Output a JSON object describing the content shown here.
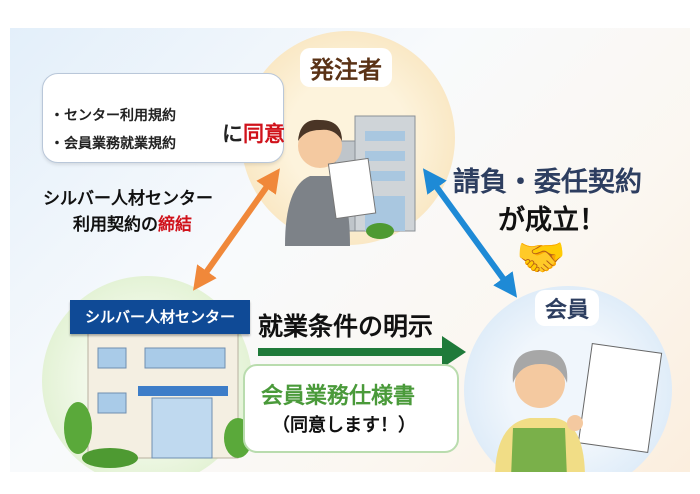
{
  "client": {
    "title": "発注者"
  },
  "agreement_box": {
    "items": [
      "・センター利用規約",
      "・会員業務就業規約"
    ],
    "suffix_plain": "に",
    "suffix_red": "同意"
  },
  "left_label": {
    "line1": "シルバー人材センター",
    "line2_plain": "利用契約の",
    "line2_red": "締結"
  },
  "right_label": {
    "line1": "請負・委任契約",
    "line2": "が成立！"
  },
  "center": {
    "sign": "シルバー人材センター"
  },
  "member": {
    "title": "会員"
  },
  "middle_arrow_label": "就業条件の明示",
  "speech": {
    "line1": "会員業務仕様書",
    "line2": "（同意します！）"
  },
  "colors": {
    "orange_arrow": "#f0883a",
    "blue_arrow": "#1e8ad6",
    "green_arrow": "#1f7a3a",
    "red_text": "#d0121b",
    "navy_text": "#2d3e60",
    "green_text": "#4a9a3a",
    "sign_bg": "#0f4a96"
  }
}
